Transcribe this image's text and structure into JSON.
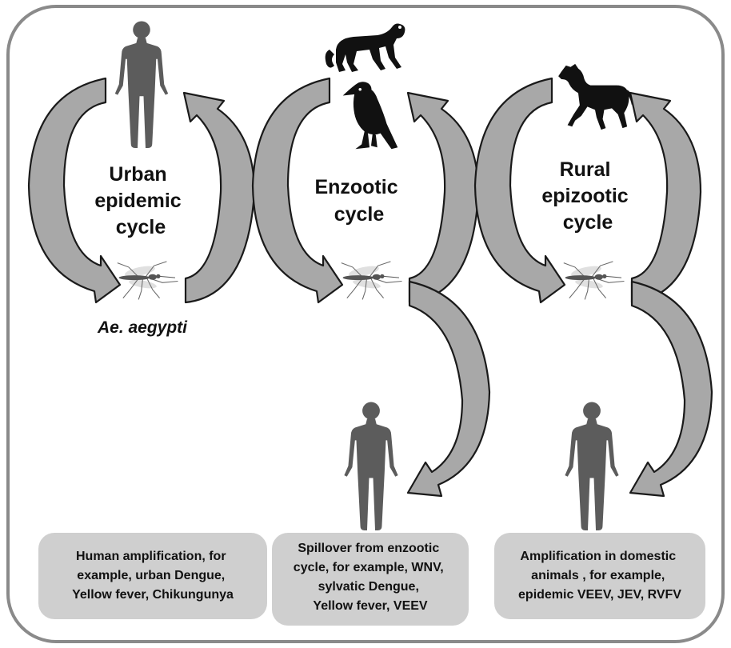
{
  "cycles": [
    {
      "label_lines": [
        "Urban",
        "epidemic",
        "cycle"
      ],
      "hosts": [
        "human-icon"
      ],
      "vector": "mosquito-icon"
    },
    {
      "label_lines": [
        "Enzootic",
        "cycle"
      ],
      "hosts": [
        "monkey-icon",
        "bird-icon"
      ],
      "vector": "mosquito-icon"
    },
    {
      "label_lines": [
        "Rural",
        "epizootic",
        "cycle"
      ],
      "hosts": [
        "horse-icon"
      ],
      "vector": "mosquito-icon"
    }
  ],
  "vector_label": "Ae. aegypti",
  "spillover_hosts": [
    "human-icon",
    "human-icon"
  ],
  "boxes": [
    {
      "lines": [
        "Human amplification, for",
        "example, urban Dengue,",
        "Yellow fever, Chikungunya"
      ]
    },
    {
      "lines": [
        "Spillover from enzootic",
        "cycle, for example, WNV,",
        "sylvatic Dengue,",
        "Yellow fever, VEEV"
      ]
    },
    {
      "lines": [
        "Amplification in domestic",
        "animals , for example,",
        "epidemic VEEV, JEV, RVFV"
      ]
    }
  ],
  "colors": {
    "arrow_fill": "#a8a8a8",
    "arrow_stroke": "#1a1a1a",
    "box_fill": "#cfcfcf",
    "frame_stroke": "#8a8a8a",
    "human_fill": "#5c5c5c"
  }
}
